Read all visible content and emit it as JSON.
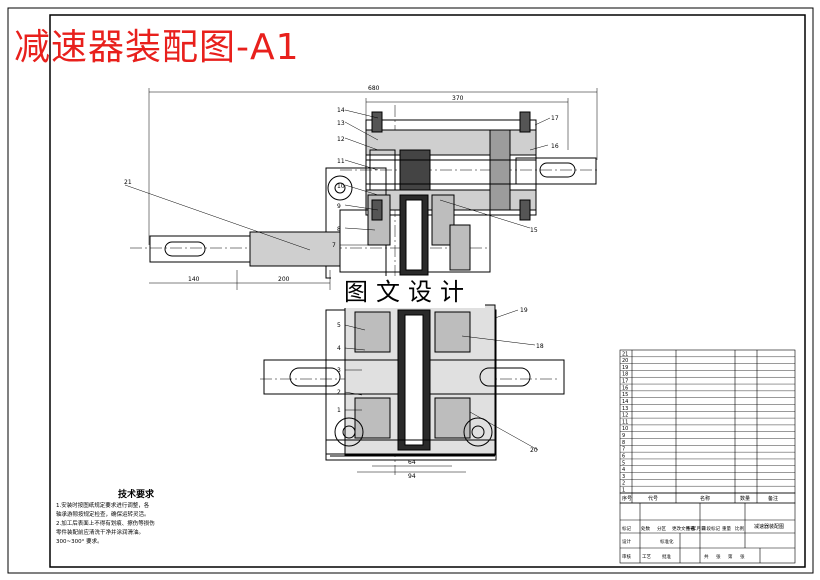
{
  "title": "减速器装配图-A1",
  "watermark": "图文设计",
  "tech_requirements": {
    "heading": "技术要求",
    "lines": [
      "1.安装时按图纸规定要求进行调整，各",
      "轴承游隙按规定检查，确保运转灵活。",
      "2.加工后表面上不得有划痕、擦伤等损伤",
      "零件装配前应清洗干净并涂润滑油。",
      "300~300° 要求。"
    ]
  },
  "dimensions": {
    "overall_width": "680",
    "upper_span": "370",
    "shaft_left": "140",
    "shaft_right": "200",
    "lower_left": "64",
    "lower_right": "94"
  },
  "part_callouts": [
    "14",
    "13",
    "12",
    "11",
    "10",
    "9",
    "8",
    "7",
    "17",
    "16",
    "15",
    "21",
    "5",
    "4",
    "3",
    "2",
    "1",
    "18",
    "19",
    "20"
  ],
  "bom_numbers": [
    "21",
    "20",
    "19",
    "18",
    "17",
    "16",
    "15",
    "14",
    "13",
    "12",
    "11",
    "10",
    "9",
    "8",
    "7",
    "6",
    "5",
    "4",
    "3",
    "2",
    "1"
  ],
  "bom_header": [
    "序号",
    "代号",
    "名称",
    "数量",
    "备注"
  ],
  "title_block": {
    "drawing_name": "减速器装配图",
    "cells": [
      "标记",
      "处数",
      "分区",
      "更改文件号",
      "签名",
      "年月日",
      "设计",
      "标准化",
      "阶段标记",
      "重量",
      "比例",
      "审核",
      "工艺",
      "批准",
      "共",
      "张",
      "第",
      "张"
    ]
  }
}
